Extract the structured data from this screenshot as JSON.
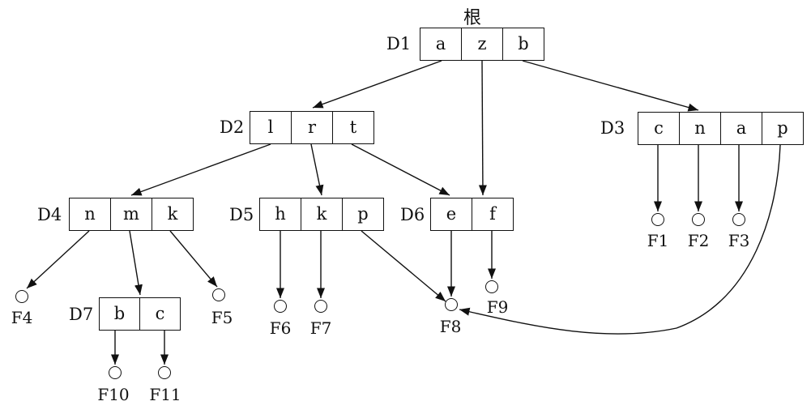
{
  "root_label": "根",
  "directories": [
    {
      "id": "D1",
      "label": "D1",
      "entries": [
        "a",
        "z",
        "b"
      ]
    },
    {
      "id": "D2",
      "label": "D2",
      "entries": [
        "l",
        "r",
        "t"
      ]
    },
    {
      "id": "D3",
      "label": "D3",
      "entries": [
        "c",
        "n",
        "a",
        "p"
      ]
    },
    {
      "id": "D4",
      "label": "D4",
      "entries": [
        "n",
        "m",
        "k"
      ]
    },
    {
      "id": "D5",
      "label": "D5",
      "entries": [
        "h",
        "k",
        "p"
      ]
    },
    {
      "id": "D6",
      "label": "D6",
      "entries": [
        "e",
        "f"
      ]
    },
    {
      "id": "D7",
      "label": "D7",
      "entries": [
        "b",
        "c"
      ]
    }
  ],
  "files": [
    "F1",
    "F2",
    "F3",
    "F4",
    "F5",
    "F6",
    "F7",
    "F8",
    "F9",
    "F10",
    "F11"
  ]
}
